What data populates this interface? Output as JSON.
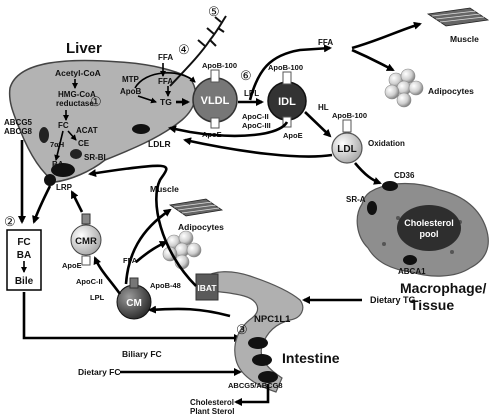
{
  "organs": {
    "liver": "Liver",
    "intestine": "Intestine",
    "macrophage": "Macrophage/",
    "tissue": "Tissue",
    "cholesterol_pool_1": "Cholesterol",
    "cholesterol_pool_2": "pool"
  },
  "liver_labels": {
    "acetyl_coa": "Acetyl-CoA",
    "hmg_1": "HMG-CoA",
    "hmg_2": "reductase",
    "fc": "FC",
    "acat": "ACAT",
    "ce": "CE",
    "seven_alpha_h": "7αH",
    "ba": "BA",
    "sr_bi": "SR-BI",
    "abcg5": "ABCG5",
    "abcg8": "ABCG8",
    "mtp": "MTP",
    "apob": "ApoB",
    "tg": "TG",
    "ffa": "FFA",
    "ffa2": "FFA",
    "lrp": "LRP",
    "ldlr": "LDLR"
  },
  "lipoproteins": {
    "vldl": "VLDL",
    "idl": "IDL",
    "ldl": "LDL",
    "cmr": "CMR",
    "cm": "CM"
  },
  "apo_labels": {
    "vldl_apob100": "ApoB-100",
    "vldl_apoe": "ApoE",
    "idl_apob100": "ApoB-100",
    "idl_apoc2": "ApoC-II",
    "idl_apoc3": "ApoC-III",
    "idl_apoe": "ApoE",
    "ldl_apob100": "ApoB-100",
    "cm_apob48": "ApoB-48",
    "cmr_apoe": "ApoE",
    "cmr_apoc2": "ApoC-II",
    "lpl1": "LPL",
    "lpl2": "LPL",
    "hl": "HL"
  },
  "flow_labels": {
    "ffa_top": "FFA",
    "muscle_top": "Muscle",
    "adipocytes_top": "Adipocytes",
    "oxidation": "Oxidation",
    "cd36": "CD36",
    "sr_a": "SR-A",
    "abca1": "ABCA1",
    "muscle_mid": "Muscle",
    "adipocytes_mid": "Adipocytes",
    "ffa_mid": "FFA",
    "iBAT": "IBAT",
    "npc1l1": "NPC1L1",
    "dietary_tg": "Dietary TG",
    "biliary_fc": "Biliary FC",
    "dietary_fc": "Dietary FC",
    "abcg5_abcg8": "ABCG5/ABCG8",
    "cholesterol_out": "Cholesterol",
    "plant_sterol": "Plant Sterol"
  },
  "bile_box": {
    "fc": "FC",
    "ba": "BA",
    "bile": "Bile"
  },
  "step_numbers": [
    "①",
    "②",
    "③",
    "④",
    "⑤",
    "⑥"
  ]
}
